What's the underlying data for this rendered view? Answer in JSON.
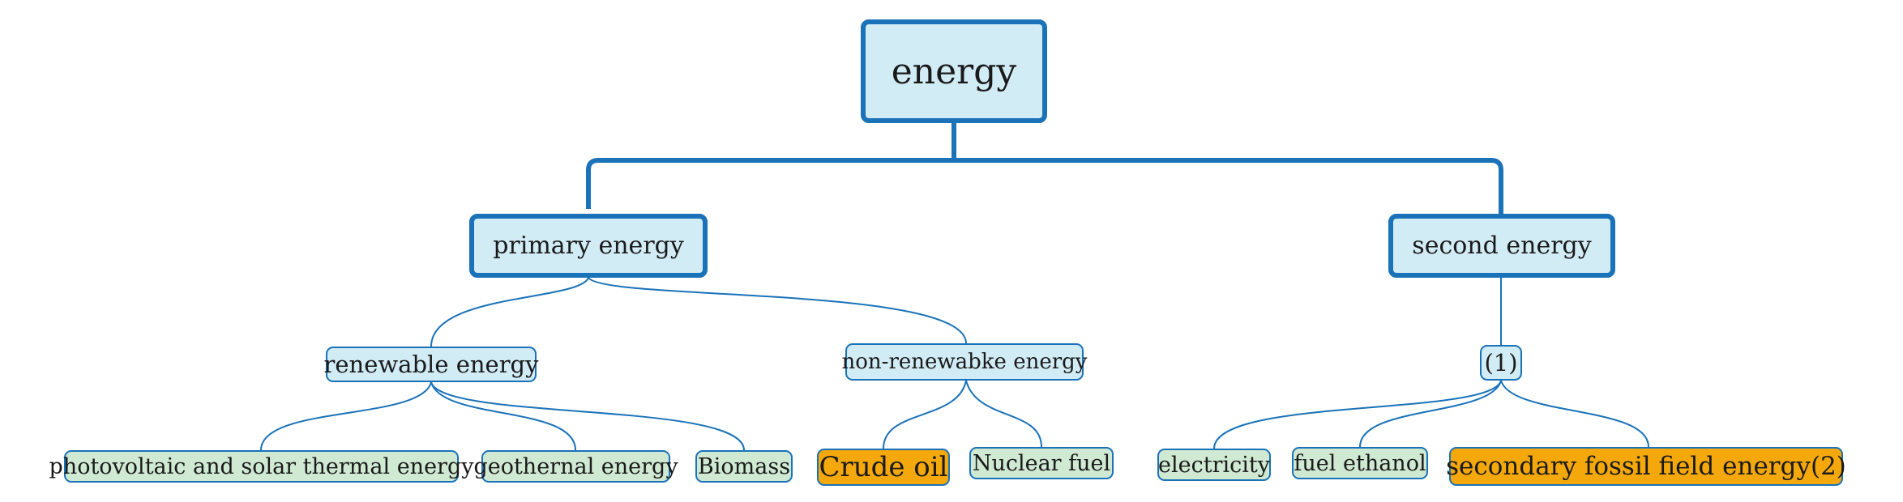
{
  "root": {
    "label": "energy"
  },
  "branches": {
    "primary": {
      "label": "primary energy",
      "renewable": {
        "label": "renewable energy",
        "items": [
          "photovoltaic and solar thermal energy",
          "geothernal energy",
          "Biomass"
        ]
      },
      "nonrenewable": {
        "label": "non-renewabke energy",
        "items": [
          "Crude oil",
          "Nuclear fuel"
        ]
      }
    },
    "second": {
      "label": "second energy",
      "group": {
        "label": "(1)",
        "items": [
          "electricity",
          "fuel ethanol",
          "secondary fossil field energy(2)"
        ]
      }
    }
  },
  "colors": {
    "line": "#1a72b8",
    "node_fill": "#d2ecf6",
    "leaf_fill": "#cfe9d2",
    "highlight_fill": "#f5a80c"
  }
}
